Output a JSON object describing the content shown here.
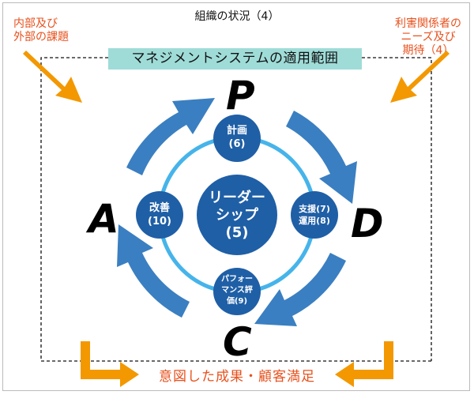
{
  "title": "組織の状況（4）",
  "left_label": [
    "内部及び",
    "外部の課題"
  ],
  "right_label": [
    "利害関係者の",
    "ニーズ及び",
    "期待（4）"
  ],
  "scope_label": "マネジメントシステムの適用範囲",
  "outcome_label": "意図した成果・顧客満足",
  "center": {
    "line1": "リーダー",
    "line2": "シップ",
    "line3": "(5)"
  },
  "nodes": {
    "plan": [
      "計画",
      "(6)"
    ],
    "do": [
      "支援(7)",
      "運用(8)"
    ],
    "check": [
      "パフォー",
      "マンス評",
      "価(9)"
    ],
    "act": [
      "改善",
      "(10)"
    ]
  },
  "letters": {
    "p": "P",
    "d": "D",
    "c": "C",
    "a": "A"
  },
  "colors": {
    "arrow_blue": "#3a7fc1",
    "ring_blue": "#46b4ea",
    "node_blue": "#1f5fa6",
    "orange": "#f39800",
    "scope_teal": "#9fdcd8",
    "text_orange": "#e8511d"
  }
}
